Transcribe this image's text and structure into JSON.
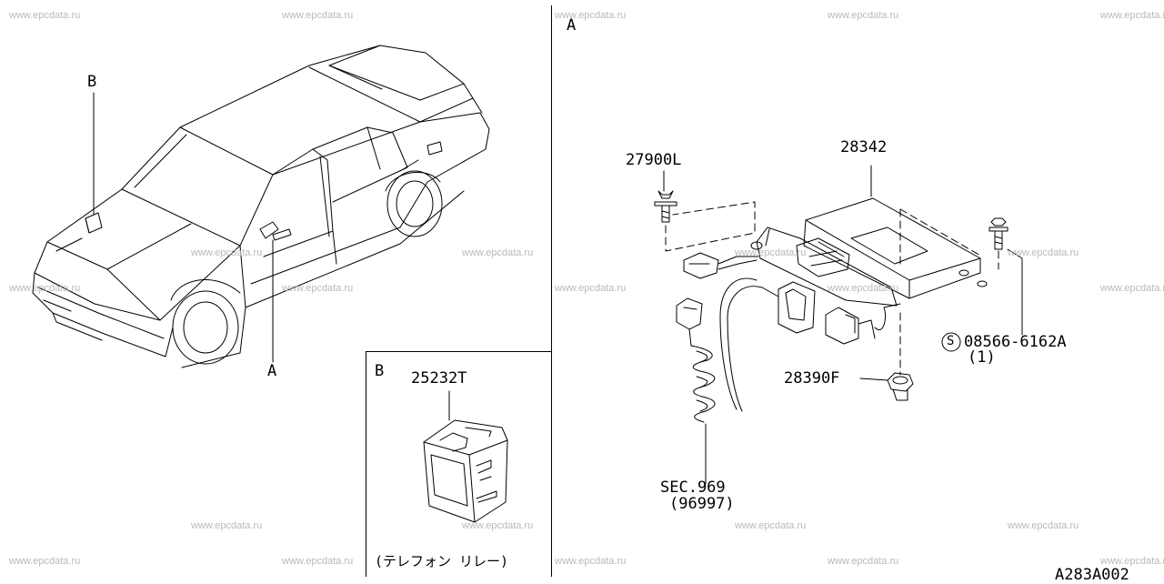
{
  "watermark": "www.epcdata.ru",
  "diagram_code": "A283A002",
  "section_a": {
    "marker": "A"
  },
  "overview": {
    "callout_b": "B",
    "callout_a": "A"
  },
  "detail_b": {
    "marker": "B",
    "part_number": "25232T",
    "caption": "(テレフォン リレー)"
  },
  "detail_a": {
    "part_27900": "27900L",
    "part_28342": "28342",
    "part_28390": "28390F",
    "bolt_number": "08566-6162A",
    "bolt_qty": "(1)",
    "sec_ref": "SEC.969",
    "sec_sub": "(96997)"
  }
}
